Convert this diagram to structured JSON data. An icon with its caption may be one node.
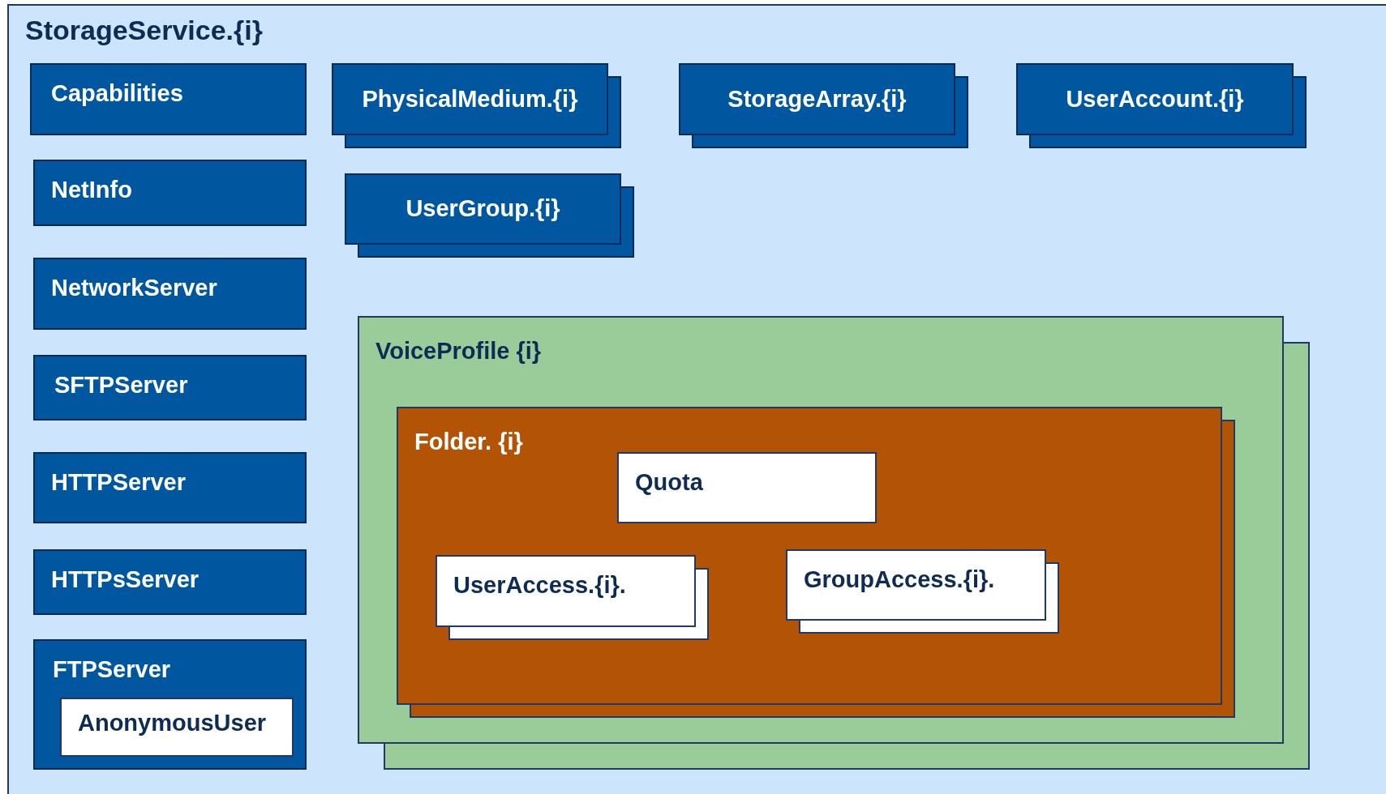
{
  "diagram": {
    "nodes": [
      {
        "text": [
          "StorageService.{i}"
        ]
      },
      {
        "text": [
          "Capabilities"
        ],
        "in": 0
      },
      {
        "text": [
          "PhysicalMedium.{i}"
        ],
        "in": 0
      },
      {
        "text": [
          "StorageArray.{i}"
        ],
        "in": 0
      },
      {
        "text": [
          "UserAccount.{i}"
        ],
        "in": 0
      },
      {
        "text": [
          "NetInfo"
        ],
        "in": 0
      },
      {
        "text": [
          "UserGroup.{i}"
        ],
        "in": 0
      },
      {
        "text": [
          "NetworkServer"
        ],
        "in": 0
      },
      {
        "text": [
          "VoiceProfile {i}"
        ],
        "in": 0
      },
      {
        "text": [
          "Folder. {i}"
        ],
        "in": 8
      },
      {
        "text": [
          "Quota"
        ],
        "in": 9
      },
      {
        "text": [
          "SFTPServer"
        ],
        "in": 0
      },
      {
        "text": [
          "HTTPServer"
        ],
        "in": 0
      },
      {
        "text": [
          "UserAccess.{i}."
        ],
        "in": 9
      },
      {
        "text": [
          "GroupAccess.{i}."
        ],
        "in": 9
      },
      {
        "text": [
          "HTTPsServer"
        ],
        "in": 0
      },
      {
        "text": [
          "FTPServer"
        ],
        "in": 0
      },
      {
        "text": [
          "AnonymousUser"
        ],
        "in": 16
      }
    ],
    "edges": []
  }
}
